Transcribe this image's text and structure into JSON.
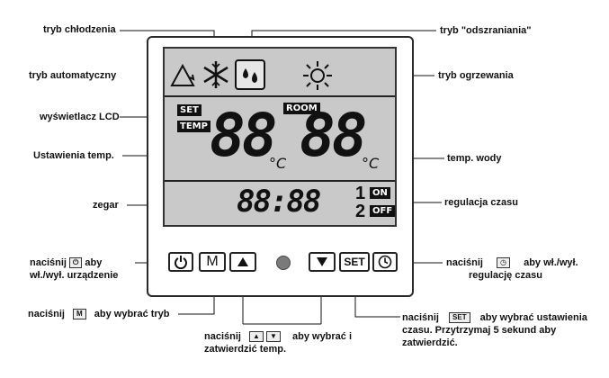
{
  "labels": {
    "cooling": "tryb chłodzenia",
    "defrost": "tryb \"odszraniania\"",
    "auto": "tryb automatyczny",
    "heating": "tryb ogrzewania",
    "lcd": "wyświetlacz LCD",
    "set_temp": "Ustawienia temp.",
    "water_temp": "temp. wody",
    "clock": "zegar",
    "timer_reg": "regulacja czasu",
    "power_pre": "naciśnij",
    "power_post": "aby",
    "power_line2": "wł./wył. urządzenie",
    "timer_pre": "naciśnij",
    "timer_post": "aby wł./wył.",
    "timer_line2": "regulację czasu",
    "mode_pre": "naciśnij",
    "mode_key": "M",
    "mode_post": "aby wybrać tryb",
    "arrows_pre": "naciśnij",
    "arrows_post": "aby wybrać i",
    "arrows_line2": "zatwierdzić temp.",
    "set_pre": "naciśnij",
    "set_key": "SET",
    "set_post": "aby wybrać ustawienia",
    "set_line2": "czasu. Przytrzymaj 5 sekund aby",
    "set_line3": "zatwierdzić."
  },
  "lcd": {
    "set_tag": "SET",
    "temp_tag": "TEMP",
    "room_tag": "ROOM",
    "set_digits": "88",
    "water_digits": "88",
    "unit": "°C",
    "clock": "88:88",
    "timer1_num": "1",
    "timer2_num": "2",
    "on_tag": "ON",
    "off_tag": "OFF"
  },
  "buttons": {
    "mode": "M",
    "set": "SET"
  },
  "icons": [
    "auto-triangle-icon",
    "snowflake-icon",
    "water-drops-icon",
    "sun-icon",
    "power-icon",
    "up-arrow-icon",
    "down-arrow-icon",
    "clock-icon"
  ]
}
